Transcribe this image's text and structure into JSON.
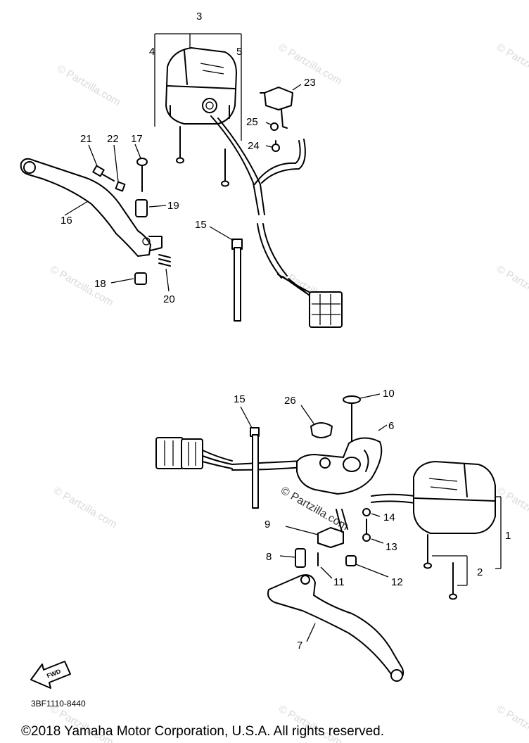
{
  "watermark": {
    "text": "© Partzilla.com"
  },
  "upper_assembly": {
    "callouts": {
      "p3": "3",
      "p4": "4",
      "p5": "5",
      "p23": "23",
      "p25": "25",
      "p24": "24",
      "p21": "21",
      "p22": "22",
      "p17": "17",
      "p19": "19",
      "p16": "16",
      "p15": "15",
      "p18": "18",
      "p20": "20"
    }
  },
  "lower_assembly": {
    "callouts": {
      "p15": "15",
      "p26": "26",
      "p10": "10",
      "p6": "6",
      "p9": "9",
      "p14": "14",
      "p13": "13",
      "p8": "8",
      "p11": "11",
      "p12": "12",
      "p1": "1",
      "p2": "2",
      "p7": "7"
    }
  },
  "fwd_marker": {
    "text": "FWD"
  },
  "diagram_code": "3BF1110-8440",
  "copyright": "©2018 Yamaha Motor Corporation, U.S.A. All rights reserved."
}
